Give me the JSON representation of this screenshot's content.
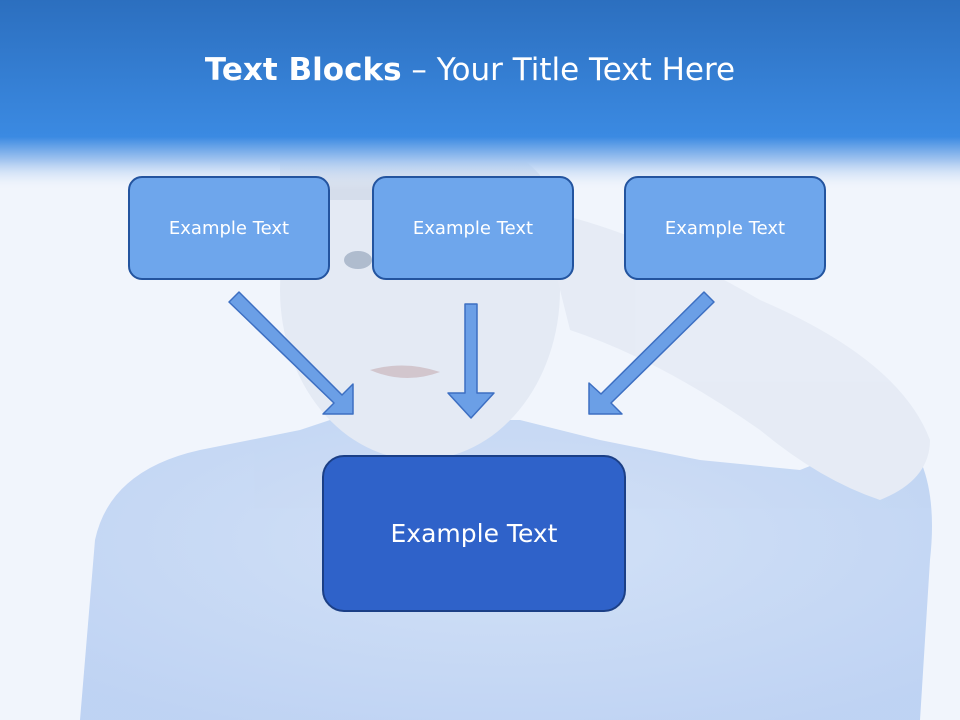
{
  "slide": {
    "title_bold": "Text Blocks",
    "title_sep": " – ",
    "title_rest": "Your Title Text Here"
  },
  "top_boxes": [
    {
      "label": "Example Text"
    },
    {
      "label": "Example Text"
    },
    {
      "label": "Example Text"
    }
  ],
  "center_box": {
    "label": "Example Text"
  },
  "colors": {
    "header": "#3a87e0",
    "box_fill": "#6ea6ec",
    "center_fill": "#2f62c9",
    "arrow_fill": "#6b9fe6",
    "arrow_stroke": "#3d6fc2"
  }
}
